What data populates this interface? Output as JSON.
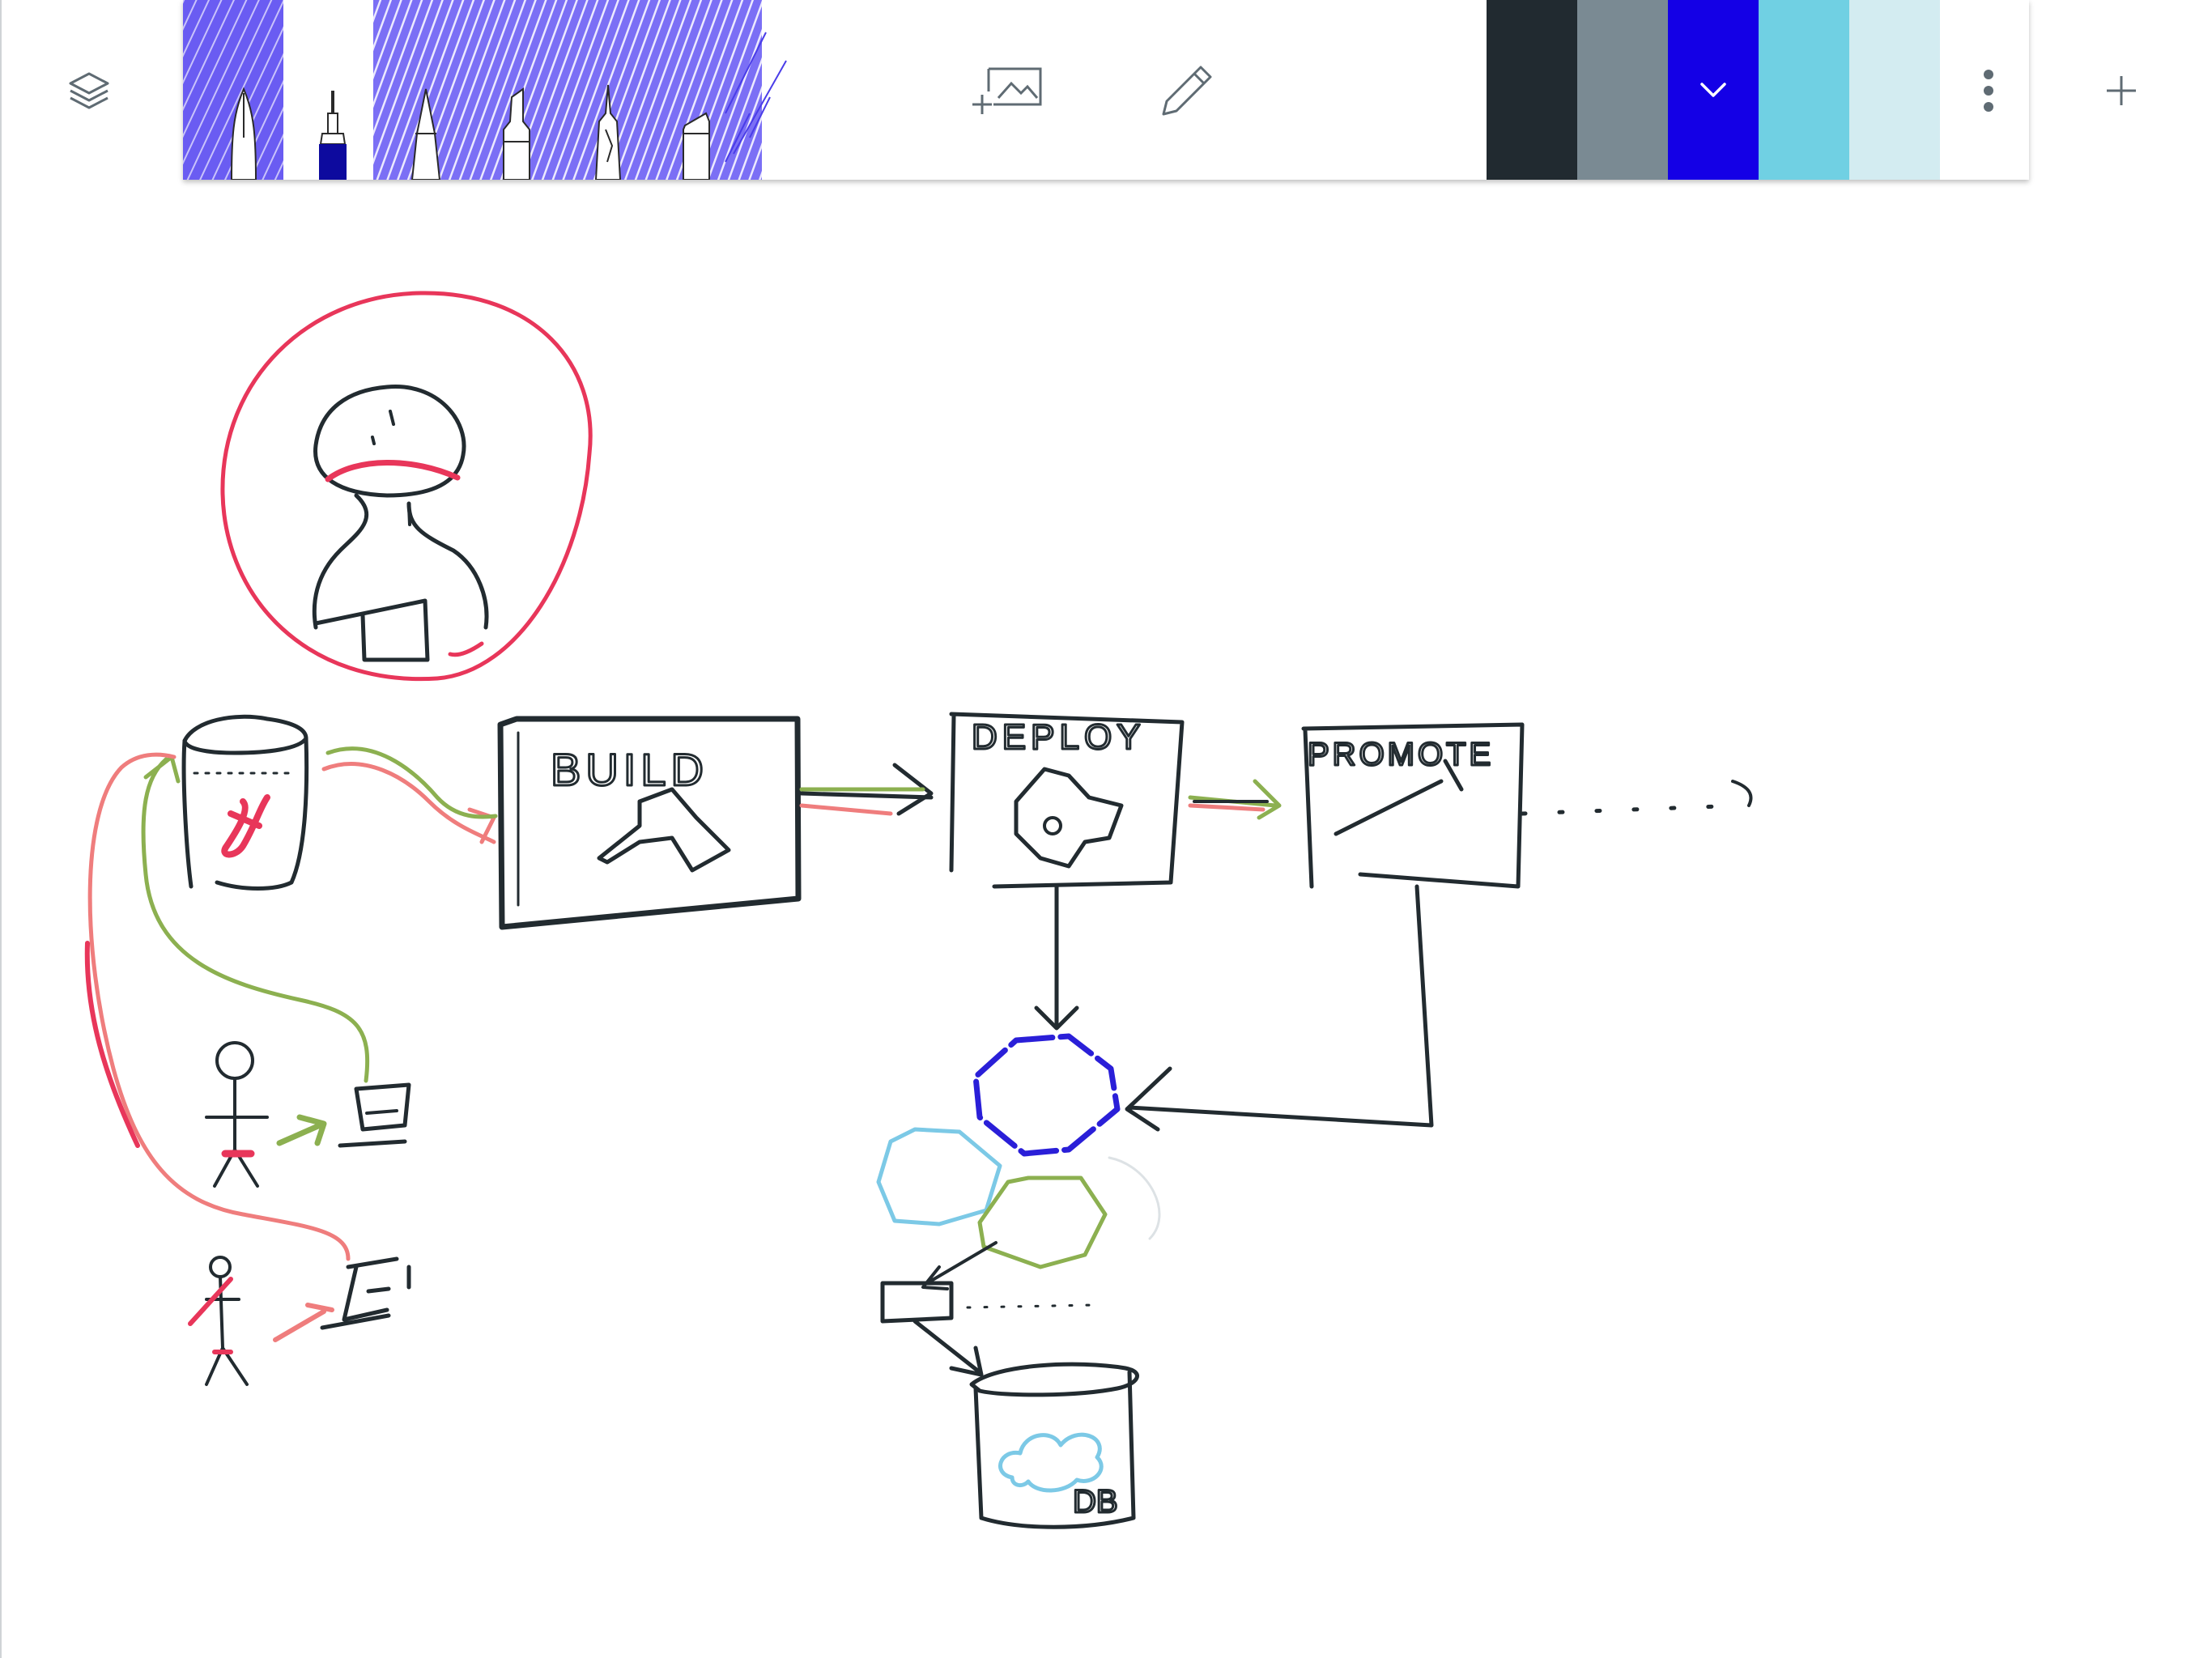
{
  "toolbar": {
    "layers_icon": "layers-icon",
    "brushes": [
      {
        "name": "fountain-pen-icon",
        "selected": true
      },
      {
        "name": "technical-pen-icon",
        "selected": false
      },
      {
        "name": "marker-icon",
        "selected": true
      },
      {
        "name": "chisel-marker-icon",
        "selected": true
      },
      {
        "name": "brush-pen-icon",
        "selected": true
      },
      {
        "name": "highlighter-icon",
        "selected": true
      }
    ],
    "insert_image_icon": "insert-image-icon",
    "pencil_icon": "pencil-icon",
    "palette": [
      {
        "color": "#212a30",
        "selected": false
      },
      {
        "color": "#7a8a93",
        "selected": false
      },
      {
        "color": "#1400e6",
        "selected": true
      },
      {
        "color": "#70d0e3",
        "selected": false
      },
      {
        "color": "#d3ecf1",
        "selected": false
      }
    ],
    "more_icon": "more-vertical-icon",
    "add_icon": "add-icon"
  },
  "canvas": {
    "ink_colors": {
      "black": "#222b30",
      "red": "#e8365a",
      "salmon": "#ef7d7d",
      "green": "#8cb050",
      "blue": "#2a1fd8",
      "light_blue": "#7cc9e6"
    },
    "labels": {
      "build": "BUILD",
      "deploy": "DEPLOY",
      "promote": "PROMOTE",
      "db": "DB"
    }
  }
}
